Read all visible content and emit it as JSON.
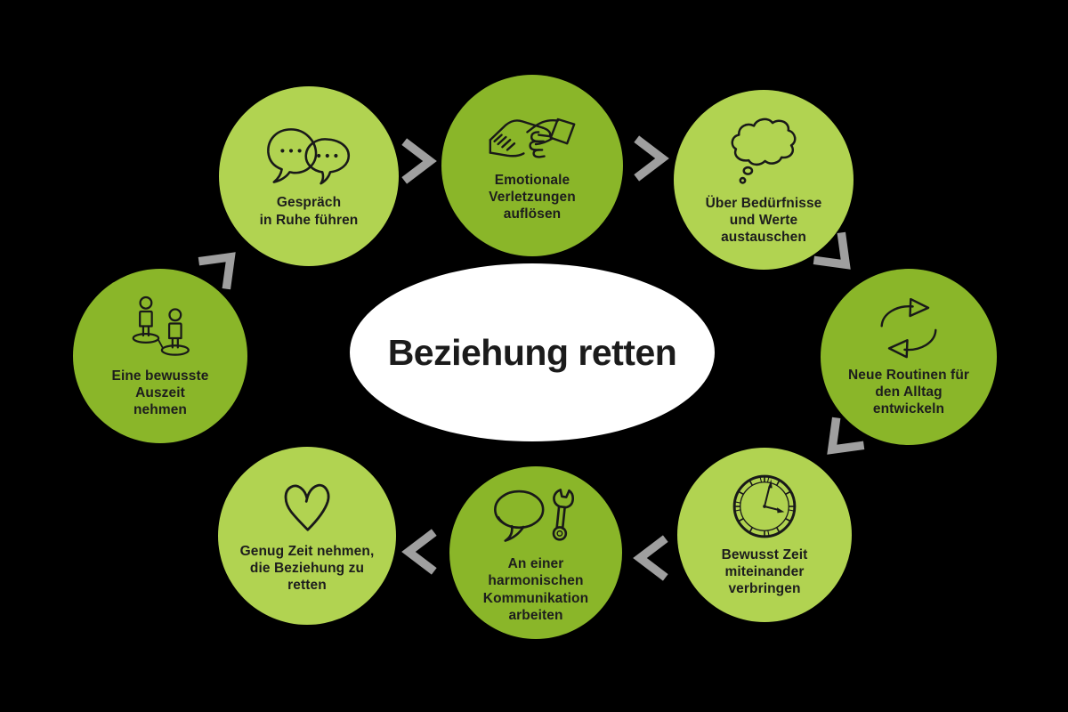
{
  "center": {
    "title": "Beziehung retten"
  },
  "colors": {
    "circle_light": "#b1d351",
    "circle_dark": "#8ab629",
    "arrow_gray": "#9f9f9f",
    "icon_ink": "#191919",
    "center_bg": "#ffffff",
    "title_ink": "#1b1b1b"
  },
  "steps": [
    {
      "id": 1,
      "label": "Gespräch\nin Ruhe führen",
      "icon": "speech-bubbles-icon",
      "variant": "light"
    },
    {
      "id": 2,
      "label": "Emotionale\nVerletzungen\nauflösen",
      "icon": "handshake-icon",
      "variant": "dark"
    },
    {
      "id": 3,
      "label": "Über Bedürfnisse\nund Werte\naustauschen",
      "icon": "thought-cloud-icon",
      "variant": "light"
    },
    {
      "id": 4,
      "label": "Neue Routinen für\nden Alltag\nentwickeln",
      "icon": "refresh-arrows-icon",
      "variant": "dark"
    },
    {
      "id": 5,
      "label": "Bewusst Zeit\nmiteinander\nverbringen",
      "icon": "clock-icon",
      "variant": "light"
    },
    {
      "id": 6,
      "label": "An einer\nharmonischen\nKommunikation\narbeiten",
      "icon": "speech-bubble-wrench-icon",
      "variant": "dark"
    },
    {
      "id": 7,
      "label": "Genug Zeit nehmen,\ndie Beziehung zu\nretten",
      "icon": "heart-icon",
      "variant": "light"
    },
    {
      "id": 8,
      "label": "Eine bewusste\nAuszeit\nnehmen",
      "icon": "distance-people-icon",
      "variant": "dark"
    }
  ],
  "flow": {
    "direction": "clockwise",
    "arrow_glyph": ">"
  }
}
